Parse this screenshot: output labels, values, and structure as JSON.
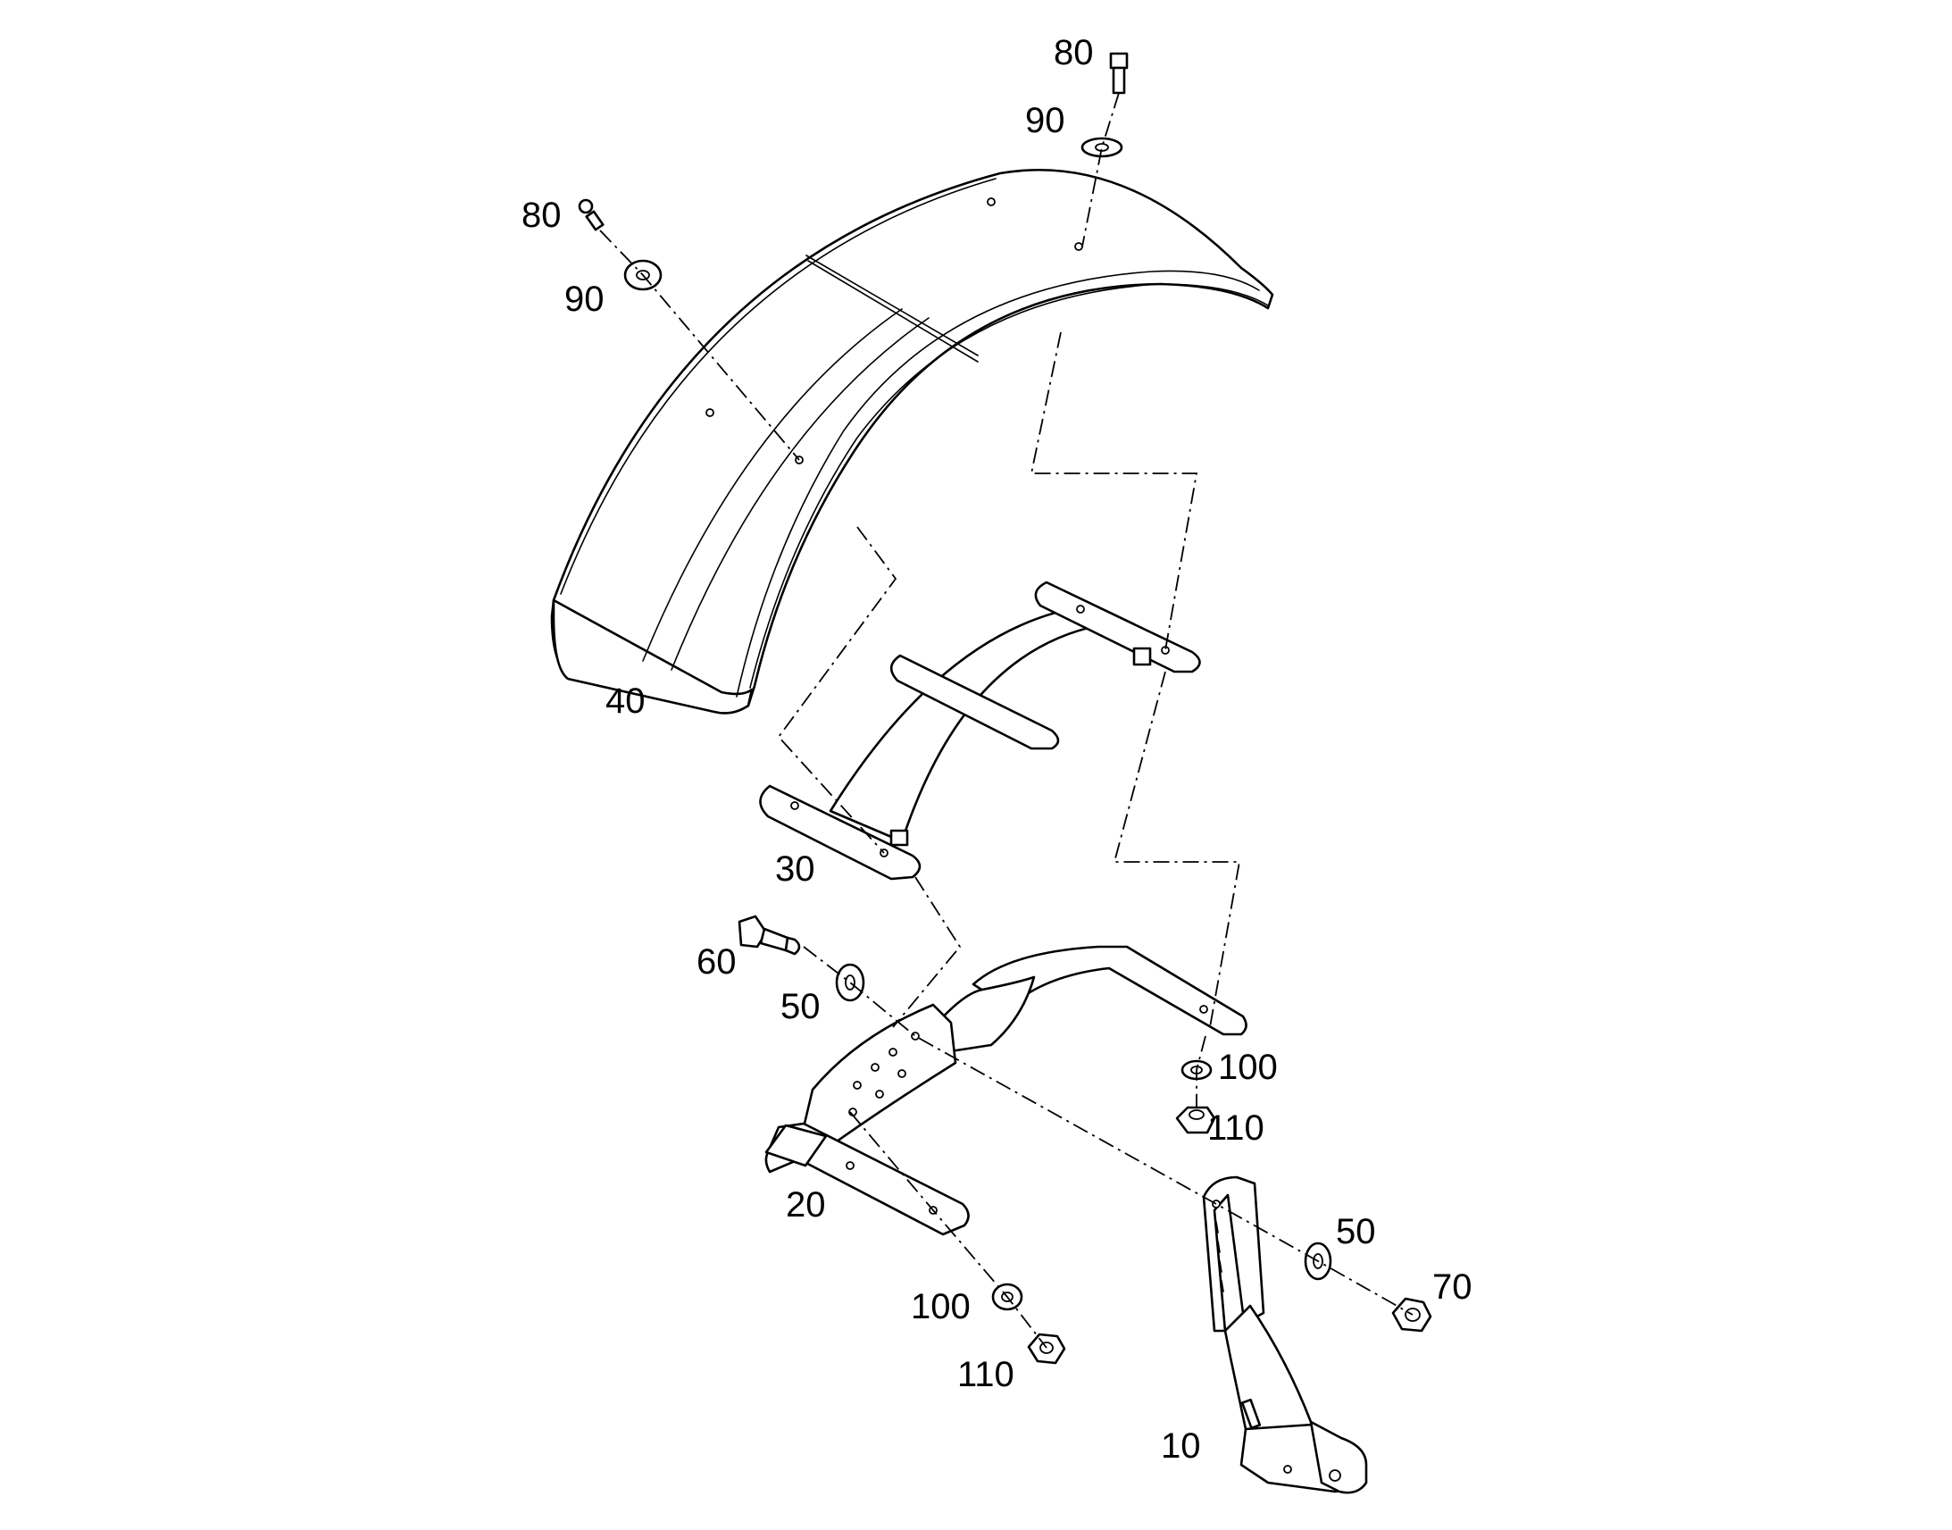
{
  "diagram": {
    "parts": [
      {
        "key": "bracket_10",
        "callout": "10"
      },
      {
        "key": "arm_20",
        "callout": "20"
      },
      {
        "key": "stay_30",
        "callout": "30"
      },
      {
        "key": "fender_40",
        "callout": "40"
      },
      {
        "key": "washer_50_a",
        "callout": "50"
      },
      {
        "key": "washer_50_b",
        "callout": "50"
      },
      {
        "key": "bolt_60",
        "callout": "60"
      },
      {
        "key": "nut_70",
        "callout": "70"
      },
      {
        "key": "bolt_80_top",
        "callout": "80"
      },
      {
        "key": "bolt_80_left",
        "callout": "80"
      },
      {
        "key": "washer_90_top",
        "callout": "90"
      },
      {
        "key": "washer_90_left",
        "callout": "90"
      },
      {
        "key": "washer_100_right",
        "callout": "100"
      },
      {
        "key": "washer_100_low",
        "callout": "100"
      },
      {
        "key": "nut_110_right",
        "callout": "110"
      },
      {
        "key": "nut_110_low",
        "callout": "110"
      }
    ]
  },
  "colors": {
    "line": "#000000",
    "background": "#ffffff"
  }
}
